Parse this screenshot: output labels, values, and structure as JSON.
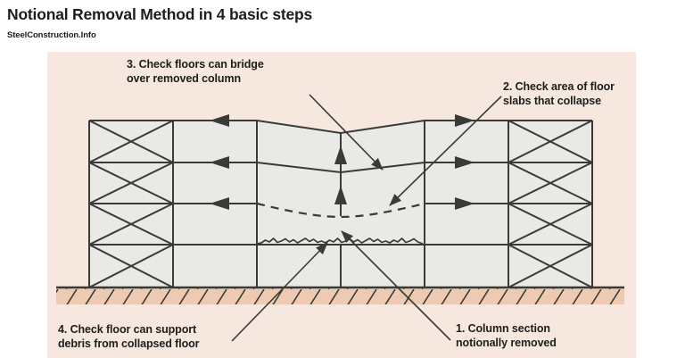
{
  "page": {
    "title": "Notional Removal Method in 4 basic steps",
    "source": "SteelConstruction.Info"
  },
  "annotations": {
    "step1": "1. Column section\nnotionally removed",
    "step2": "2. Check area of floor\nslabs that collapse",
    "step3": "3. Check floors can bridge\nover removed column",
    "step4": "4. Check floor can support\ndebris from collapsed floor"
  },
  "colors": {
    "text": "#1d1d1b",
    "line": "#3a3a38",
    "panel_bg": "#f6e8de",
    "frame_fill": "#e9e9e5",
    "ground_fill": "#eccbb2",
    "page_bg": "#ffffff"
  }
}
